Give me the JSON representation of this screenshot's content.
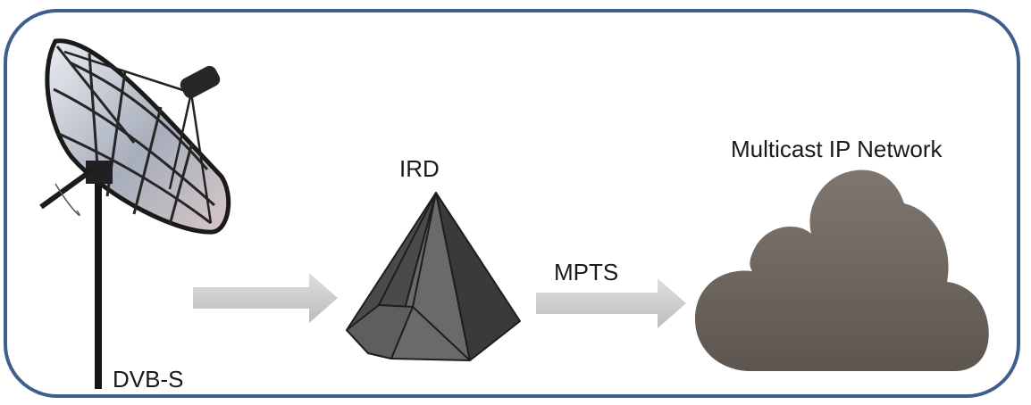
{
  "diagram": {
    "labels": {
      "dvbs": "DVB-S",
      "ird": "IRD",
      "mpts": "MPTS",
      "network": "Multicast IP Network"
    },
    "nodes": [
      {
        "id": "dish",
        "icon": "satellite-dish-icon"
      },
      {
        "id": "ird",
        "icon": "pyramid-icon"
      },
      {
        "id": "network",
        "icon": "cloud-icon"
      }
    ],
    "edges": [
      {
        "from": "dish",
        "to": "ird",
        "label": ""
      },
      {
        "from": "ird",
        "to": "network",
        "label": "MPTS"
      }
    ]
  },
  "colors": {
    "frame": "#3e5f8d",
    "arrow": "#c9c9c9",
    "pyramid": "#5a5a5a",
    "cloud": "#6f6861",
    "dish": "#1f1f1f"
  }
}
